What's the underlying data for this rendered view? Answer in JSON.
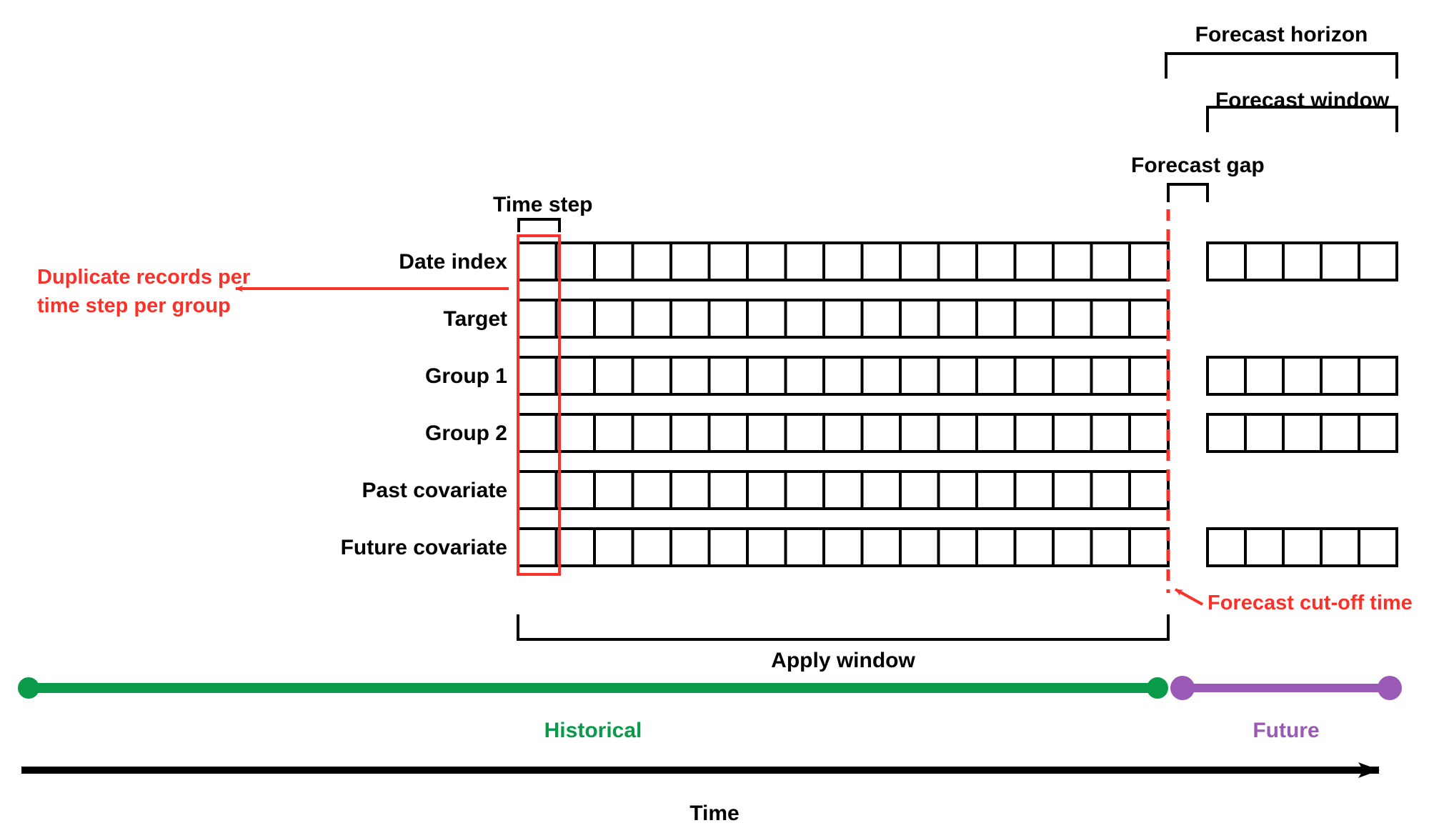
{
  "diagram": {
    "title": "Time series forecasting data layout",
    "colors": {
      "red": "#f8322a",
      "green": "#0a9b4a",
      "purple": "#9b59b6",
      "black": "#000000"
    },
    "row_labels": [
      "Date index",
      "Target",
      "Group 1",
      "Group 2",
      "Past covariate",
      "Future covariate"
    ],
    "brackets": {
      "time_step": "Time step",
      "forecast_horizon": "Forecast horizon",
      "forecast_window": "Forecast window",
      "forecast_gap": "Forecast gap",
      "apply_window": "Apply window"
    },
    "annotations": {
      "duplicate_records_line1": "Duplicate records per",
      "duplicate_records_line2": "time step per group",
      "forecast_cutoff": "Forecast cut-off time"
    },
    "timeline": {
      "historical": "Historical",
      "future": "Future",
      "axis_label": "Time"
    },
    "grid": {
      "historical_columns": 17,
      "future_columns": 5,
      "rows_with_future_cells": [
        "Date index",
        "Group 1",
        "Group 2",
        "Future covariate"
      ],
      "rows_without_future_cells": [
        "Target",
        "Past covariate"
      ]
    }
  }
}
